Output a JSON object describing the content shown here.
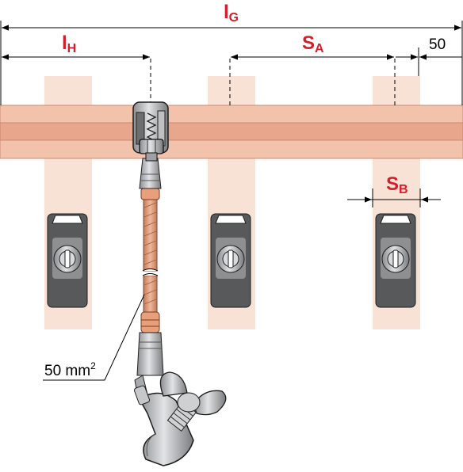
{
  "dimensions": {
    "total": {
      "main": "l",
      "sub": "G"
    },
    "hanger": {
      "main": "l",
      "sub": "H"
    },
    "spacing_a": {
      "main": "S",
      "sub": "A"
    },
    "spacing_b": {
      "main": "S",
      "sub": "B"
    },
    "end_offset": "50"
  },
  "cable": {
    "label_main": "50 mm",
    "label_sup": "2"
  },
  "colors": {
    "dimension_label": "#d41e2a",
    "busbar_outer": "#f3c2ab",
    "busbar_inner": "#e8a68c",
    "post": "#f8e2d6",
    "clamp": "#58595b",
    "copper": "#d9916f"
  },
  "icons": {
    "clamp": "bolted-clamp-icon",
    "bolt": "slotted-bolt-icon",
    "wing_nut": "wing-nut-icon"
  }
}
